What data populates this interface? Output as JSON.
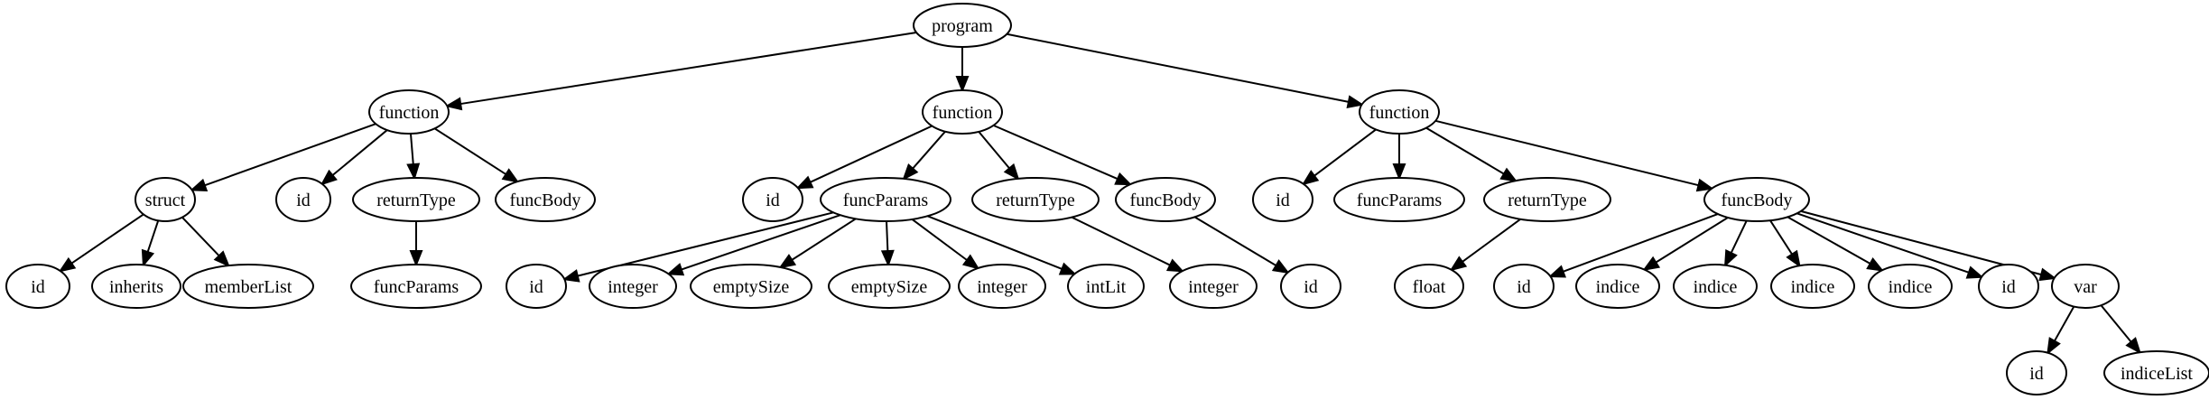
{
  "nodes": [
    {
      "id": "program",
      "label": "program"
    },
    {
      "id": "f1",
      "label": "function"
    },
    {
      "id": "f2",
      "label": "function"
    },
    {
      "id": "f3",
      "label": "function"
    },
    {
      "id": "f1_struct",
      "label": "struct"
    },
    {
      "id": "f1_id",
      "label": "id"
    },
    {
      "id": "f1_returnType",
      "label": "returnType"
    },
    {
      "id": "f1_funcBody",
      "label": "funcBody"
    },
    {
      "id": "s_id",
      "label": "id"
    },
    {
      "id": "s_inherits",
      "label": "inherits"
    },
    {
      "id": "s_memberList",
      "label": "memberList"
    },
    {
      "id": "rt1_funcParams",
      "label": "funcParams"
    },
    {
      "id": "f2_id",
      "label": "id"
    },
    {
      "id": "f2_funcParams",
      "label": "funcParams"
    },
    {
      "id": "f2_returnType",
      "label": "returnType"
    },
    {
      "id": "f2_funcBody",
      "label": "funcBody"
    },
    {
      "id": "fp_id",
      "label": "id"
    },
    {
      "id": "fp_integer1",
      "label": "integer"
    },
    {
      "id": "fp_emptySize1",
      "label": "emptySize"
    },
    {
      "id": "fp_emptySize2",
      "label": "emptySize"
    },
    {
      "id": "fp_integer2",
      "label": "integer"
    },
    {
      "id": "fp_intLit",
      "label": "intLit"
    },
    {
      "id": "rt2_integer",
      "label": "integer"
    },
    {
      "id": "fb2_id",
      "label": "id"
    },
    {
      "id": "f3_id",
      "label": "id"
    },
    {
      "id": "f3_funcParams",
      "label": "funcParams"
    },
    {
      "id": "f3_returnType",
      "label": "returnType"
    },
    {
      "id": "f3_funcBody",
      "label": "funcBody"
    },
    {
      "id": "rt3_float",
      "label": "float"
    },
    {
      "id": "fb3_id1",
      "label": "id"
    },
    {
      "id": "fb3_indice1",
      "label": "indice"
    },
    {
      "id": "fb3_indice2",
      "label": "indice"
    },
    {
      "id": "fb3_indice3",
      "label": "indice"
    },
    {
      "id": "fb3_indice4",
      "label": "indice"
    },
    {
      "id": "fb3_id2",
      "label": "id"
    },
    {
      "id": "fb3_var",
      "label": "var"
    },
    {
      "id": "var_id",
      "label": "id"
    },
    {
      "id": "var_indiceList",
      "label": "indiceList"
    }
  ],
  "edges": [
    [
      "program",
      "f1"
    ],
    [
      "program",
      "f2"
    ],
    [
      "program",
      "f3"
    ],
    [
      "f1",
      "f1_struct"
    ],
    [
      "f1",
      "f1_id"
    ],
    [
      "f1",
      "f1_returnType"
    ],
    [
      "f1",
      "f1_funcBody"
    ],
    [
      "f1_struct",
      "s_id"
    ],
    [
      "f1_struct",
      "s_inherits"
    ],
    [
      "f1_struct",
      "s_memberList"
    ],
    [
      "f1_returnType",
      "rt1_funcParams"
    ],
    [
      "f2",
      "f2_id"
    ],
    [
      "f2",
      "f2_funcParams"
    ],
    [
      "f2",
      "f2_returnType"
    ],
    [
      "f2",
      "f2_funcBody"
    ],
    [
      "f2_funcParams",
      "fp_id"
    ],
    [
      "f2_funcParams",
      "fp_integer1"
    ],
    [
      "f2_funcParams",
      "fp_emptySize1"
    ],
    [
      "f2_funcParams",
      "fp_emptySize2"
    ],
    [
      "f2_funcParams",
      "fp_integer2"
    ],
    [
      "f2_funcParams",
      "fp_intLit"
    ],
    [
      "f2_returnType",
      "rt2_integer"
    ],
    [
      "f2_funcBody",
      "fb2_id"
    ],
    [
      "f3",
      "f3_id"
    ],
    [
      "f3",
      "f3_funcParams"
    ],
    [
      "f3",
      "f3_returnType"
    ],
    [
      "f3",
      "f3_funcBody"
    ],
    [
      "f3_returnType",
      "rt3_float"
    ],
    [
      "f3_funcBody",
      "fb3_id1"
    ],
    [
      "f3_funcBody",
      "fb3_indice1"
    ],
    [
      "f3_funcBody",
      "fb3_indice2"
    ],
    [
      "f3_funcBody",
      "fb3_indice3"
    ],
    [
      "f3_funcBody",
      "fb3_indice4"
    ],
    [
      "f3_funcBody",
      "fb3_id2"
    ],
    [
      "f3_funcBody",
      "fb3_var"
    ],
    [
      "fb3_var",
      "var_id"
    ],
    [
      "fb3_var",
      "var_indiceList"
    ]
  ]
}
